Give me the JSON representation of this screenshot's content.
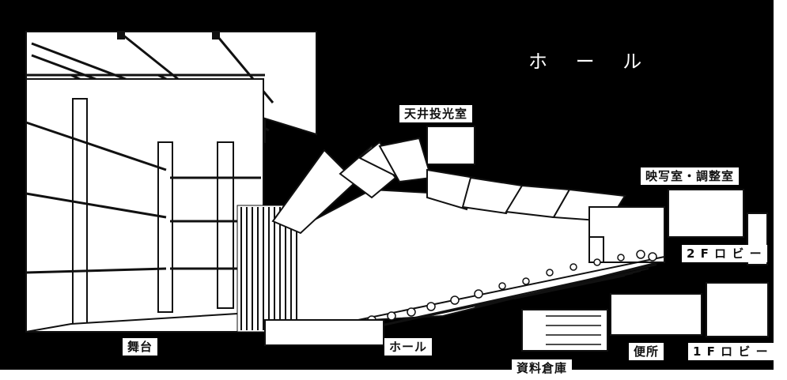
{
  "title": "ホ ー ル",
  "labels": {
    "ceiling_projection_room": "天井投光室",
    "projection_control_room": "映写室・調整室",
    "lobby_2f": "2 F ロ ビ ー",
    "lobby_1f": "1 F ロ ビ ー",
    "stage": "舞台",
    "hall": "ホール",
    "toilet": "便所",
    "archive_storage": "資料倉庫"
  },
  "colors": {
    "background": "#000000",
    "line": "#111111",
    "fill": "#ffffff"
  }
}
